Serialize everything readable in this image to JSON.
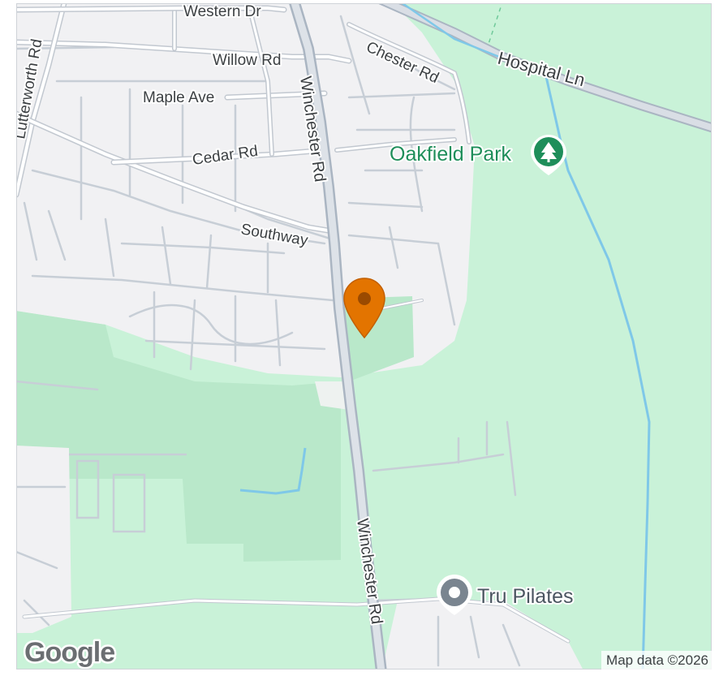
{
  "map": {
    "roads": {
      "western_dr": "Western Dr",
      "willow_rd": "Willow Rd",
      "maple_ave": "Maple Ave",
      "cedar_rd": "Cedar Rd",
      "chester_rd": "Chester Rd",
      "hospital_ln": "Hospital Ln",
      "lutterworth_rd": "Lutterworth Rd",
      "southway": "Southway",
      "winchester_rd": "Winchester Rd"
    },
    "pois": {
      "oakfield_park": "Oakfield Park",
      "tru_pilates": "Tru Pilates"
    },
    "attribution": "Map data ©2026",
    "logo": "Google",
    "colors": {
      "urban": "#f1f1f3",
      "green": "#c9f2d8",
      "park": "#b9e8ca",
      "road": "#ffffff",
      "road_casing": "#c2c8d0",
      "water": "#7fc8e8",
      "park_poi": "#1e8e5a",
      "pin": "#e37400",
      "gray_poi": "#7a8590"
    },
    "icons": {
      "park": "tree-icon",
      "pilates": "generic-place-icon",
      "pin": "map-pin-icon"
    }
  }
}
